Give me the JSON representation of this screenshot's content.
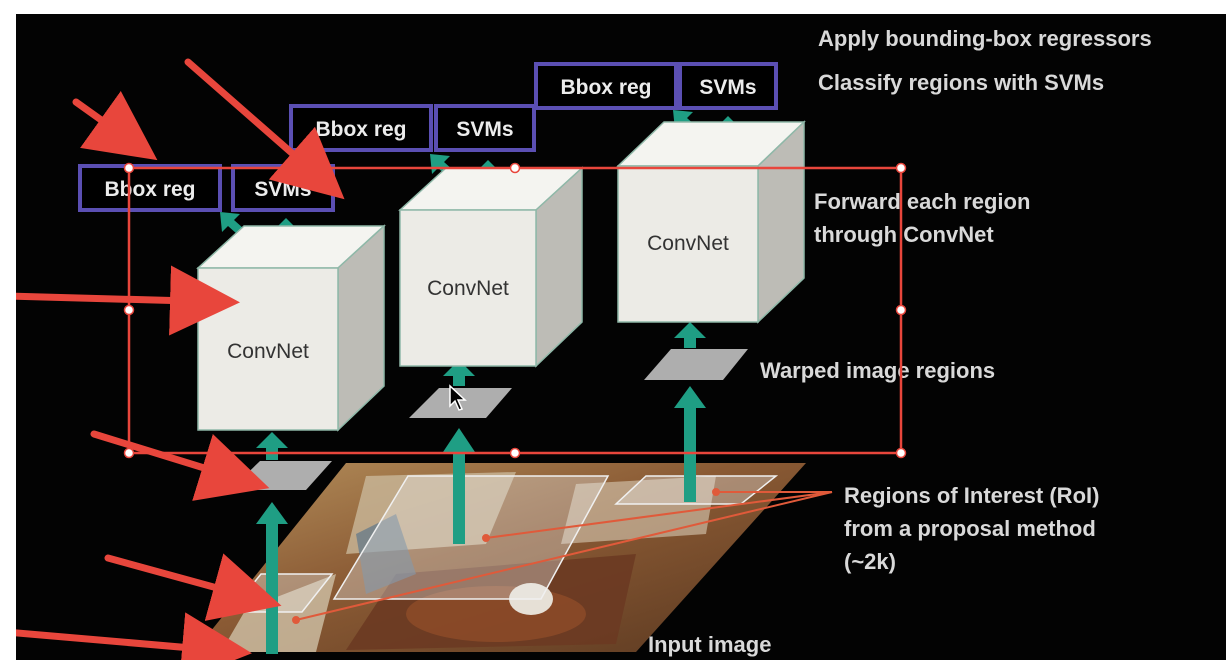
{
  "captions": {
    "apply_bbox": "Apply bounding-box regressors",
    "classify_svm": "Classify regions with SVMs",
    "forward_line1": "Forward each region",
    "forward_line2": "through ConvNet",
    "warped": "Warped image regions",
    "roi_line1": "Regions of Interest (RoI)",
    "roi_line2": "from a proposal method",
    "roi_line3": "(~2k)",
    "input_image": "Input image"
  },
  "networks": [
    {
      "convnet_label": "ConvNet",
      "bbox_label": "Bbox reg",
      "svm_label": "SVMs"
    },
    {
      "convnet_label": "ConvNet",
      "bbox_label": "Bbox reg",
      "svm_label": "SVMs"
    },
    {
      "convnet_label": "ConvNet",
      "bbox_label": "Bbox reg",
      "svm_label": "SVMs"
    }
  ],
  "colors": {
    "background": "#030303",
    "arrow_teal": "#1f9e84",
    "label_box_border": "#5b4fb3",
    "annotation_red": "#e8463c",
    "cube_front": "#ecebe6",
    "cube_side": "#bdbcb6"
  }
}
